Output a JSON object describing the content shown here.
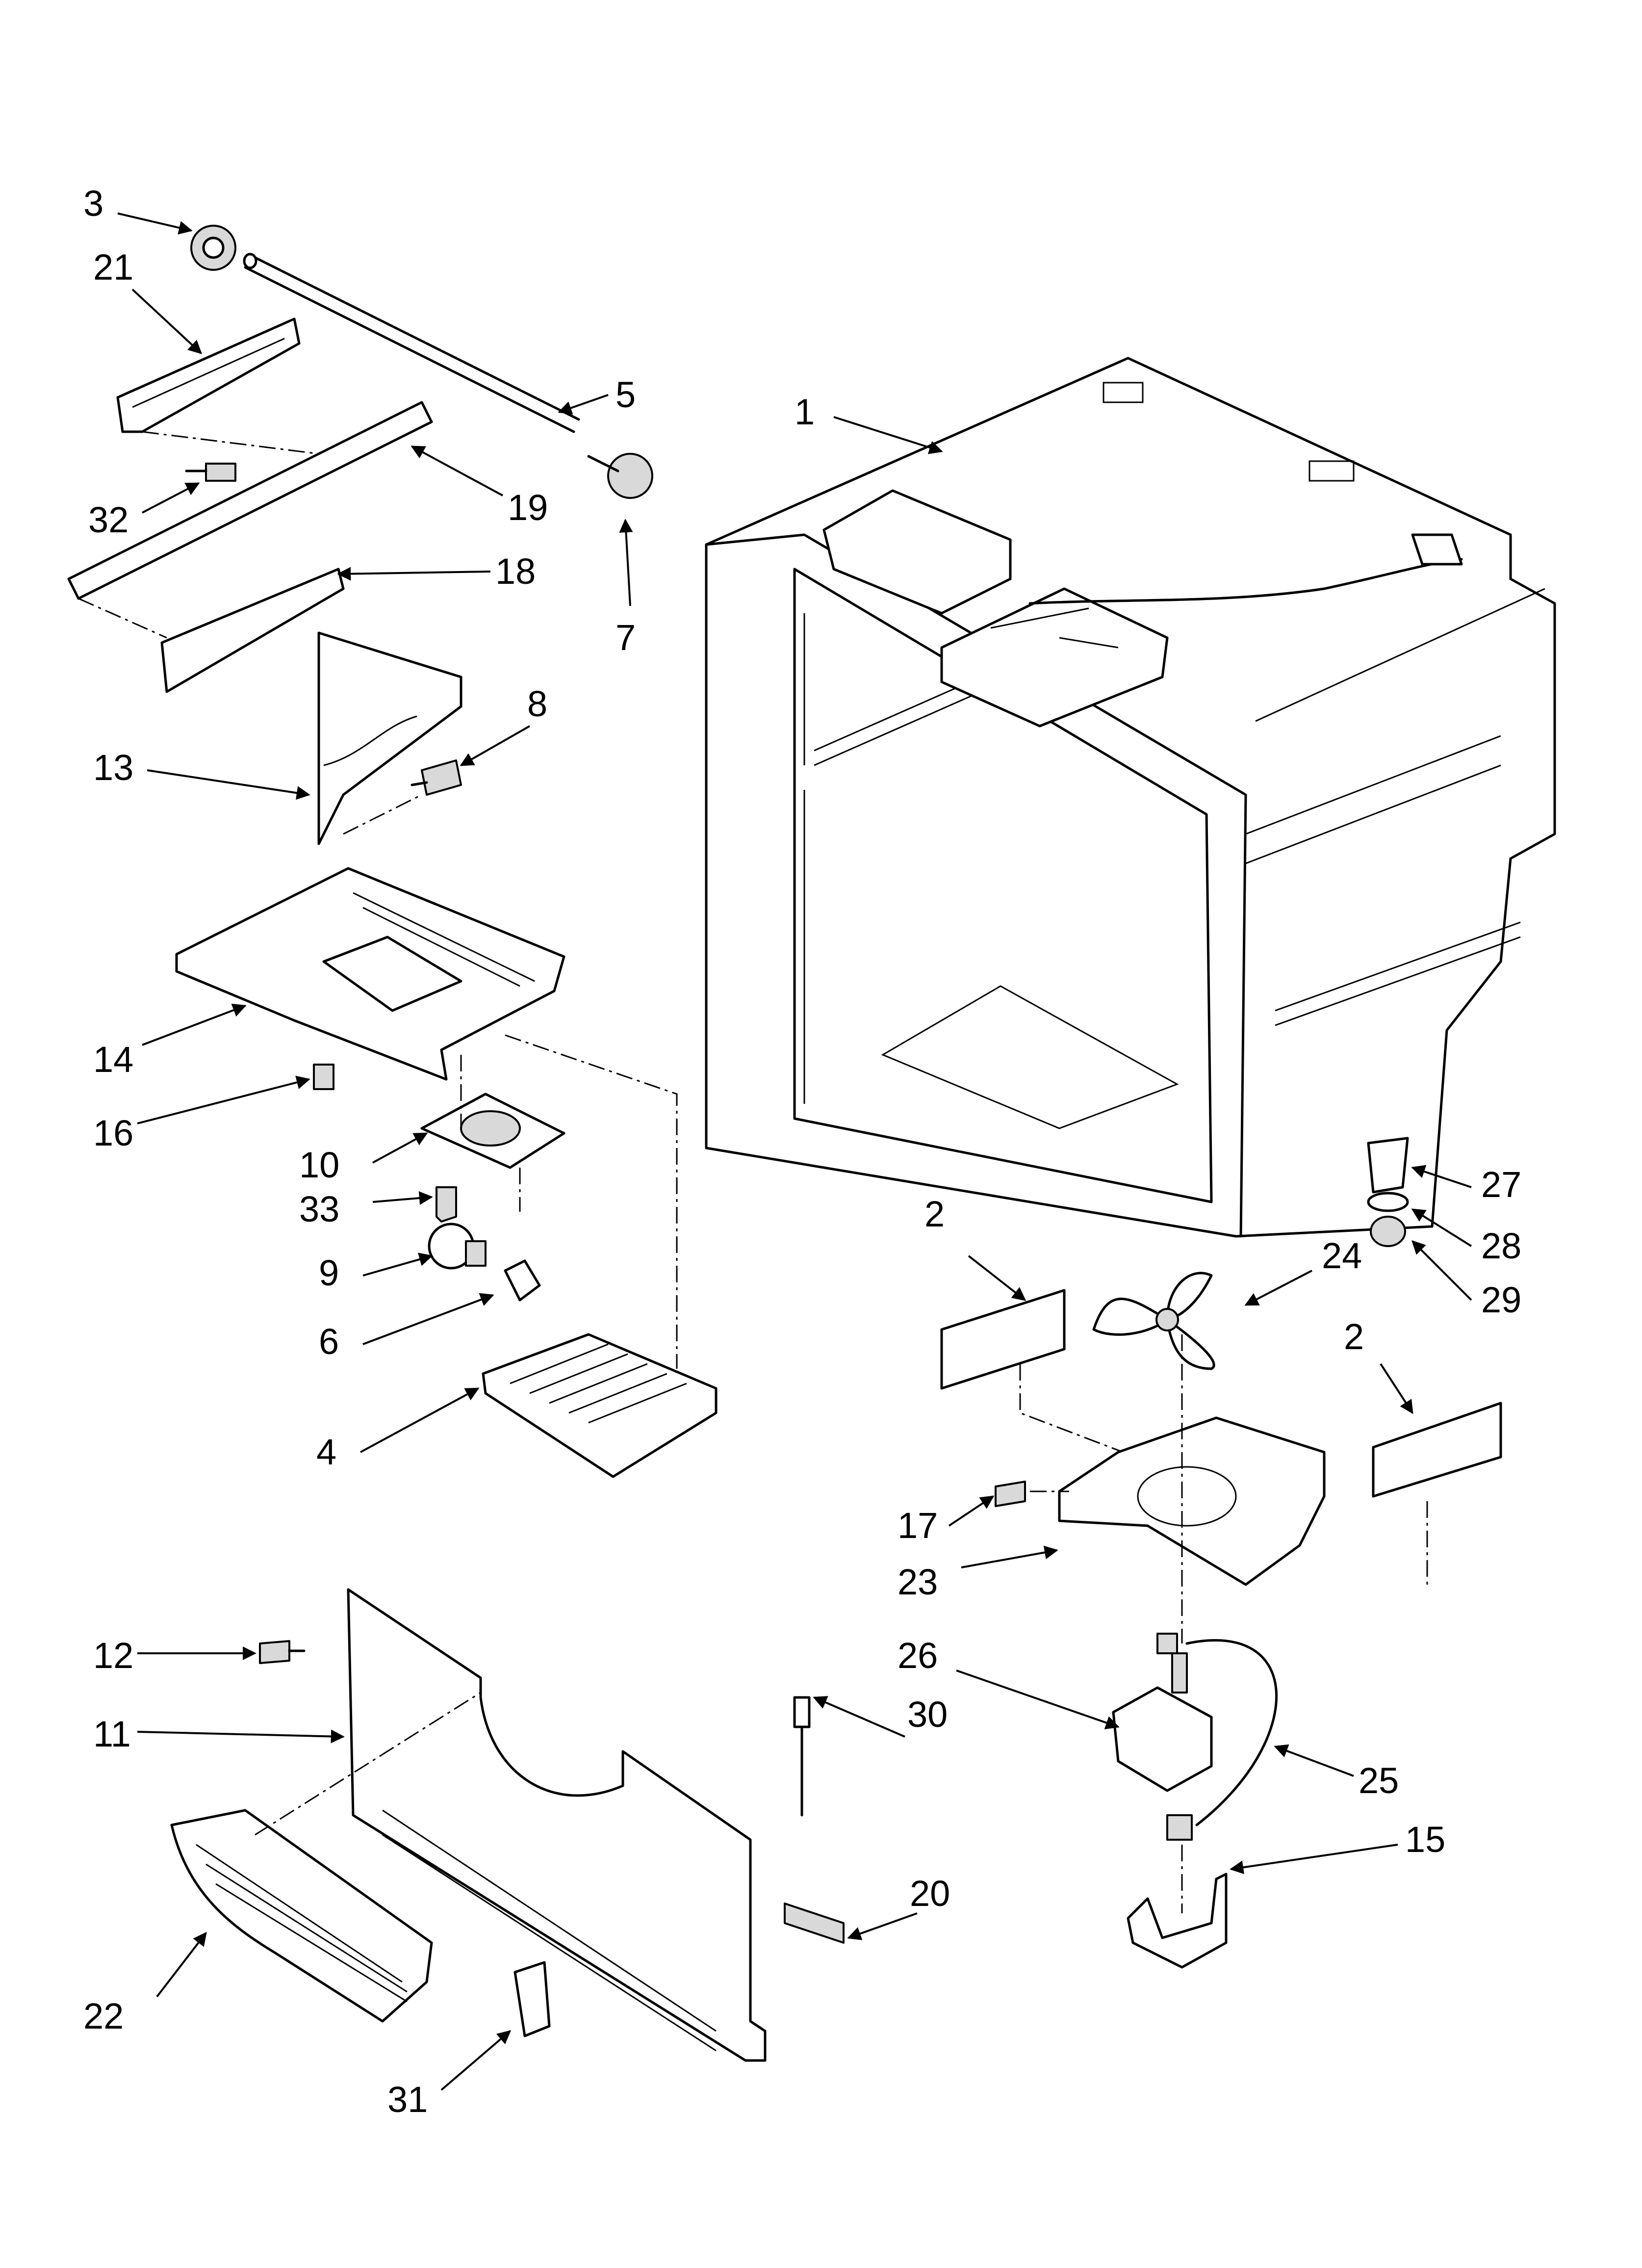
{
  "diagram": {
    "callouts": {
      "c1": "1",
      "c2a": "2",
      "c2b": "2",
      "c3": "3",
      "c4": "4",
      "c5": "5",
      "c6": "6",
      "c7": "7",
      "c8": "8",
      "c9": "9",
      "c10": "10",
      "c11": "11",
      "c12": "12",
      "c13": "13",
      "c14": "14",
      "c15": "15",
      "c16": "16",
      "c17": "17",
      "c18": "18",
      "c19": "19",
      "c20": "20",
      "c21": "21",
      "c22": "22",
      "c23": "23",
      "c24": "24",
      "c25": "25",
      "c26": "26",
      "c27": "27",
      "c28": "28",
      "c29": "29",
      "c30": "30",
      "c31": "31",
      "c32": "32",
      "c33": "33"
    }
  }
}
